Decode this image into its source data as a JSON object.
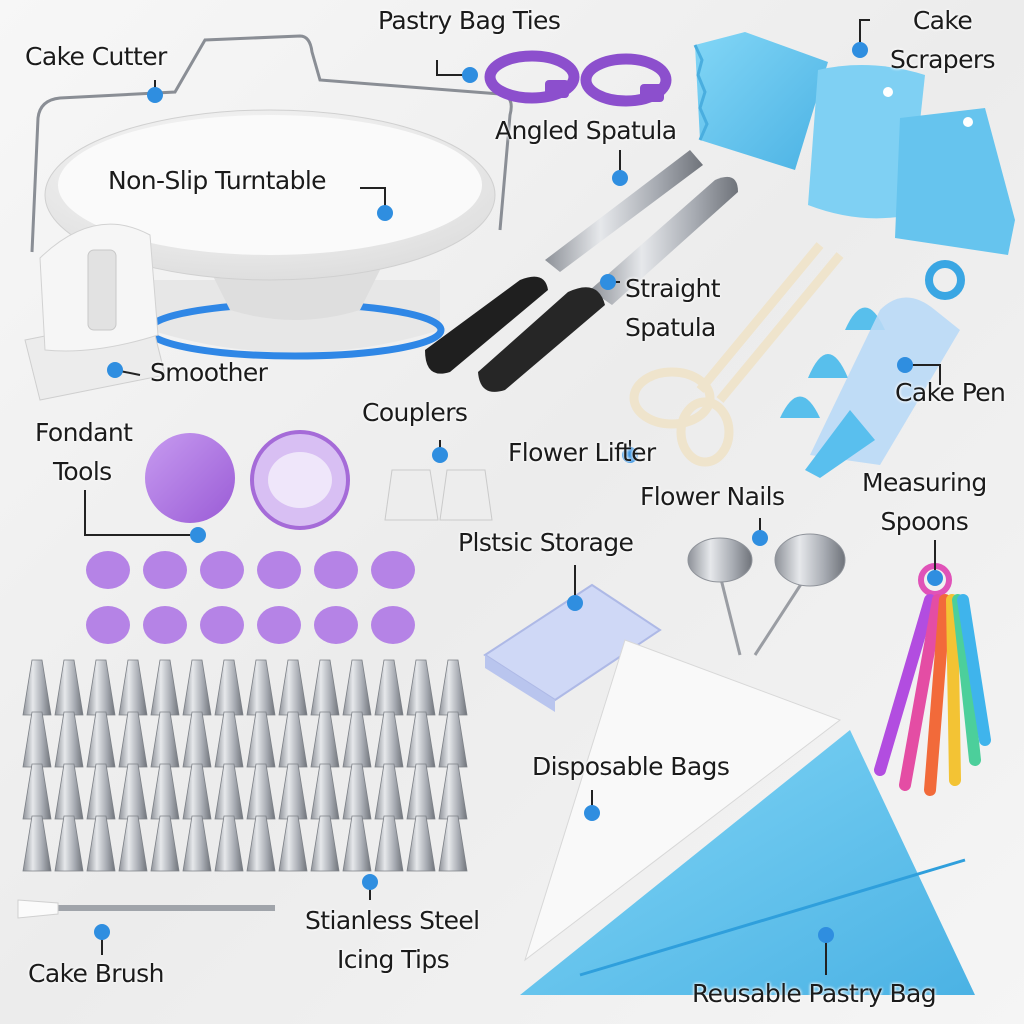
{
  "labels": {
    "cake_cutter": "Cake Cutter",
    "pastry_bag_ties": "Pastry Bag Ties",
    "cake_scrapers": [
      "Cake",
      "Scrapers"
    ],
    "angled_spatula": "Angled Spatula",
    "non_slip_turntable": "Non-Slip Turntable",
    "straight_spatula": [
      "Straight",
      "Spatula"
    ],
    "smoother": "Smoother",
    "cake_pen": "Cake Pen",
    "fondant_tools": [
      "Fondant",
      "Tools"
    ],
    "couplers": "Couplers",
    "flower_lifter": "Flower Lifter",
    "flower_nails": "Flower Nails",
    "measuring_spoons": [
      "Measuring",
      "Spoons"
    ],
    "plastic_storage": "Plstsic Storage",
    "disposable_bags": "Disposable Bags",
    "icing_tips": [
      "Stianless Steel",
      "Icing Tips"
    ],
    "cake_brush": "Cake Brush",
    "reusable_pastry_bag": "Reusable Pastry Bag"
  },
  "colors": {
    "marker": "#2f8ee0",
    "turntable_band": "#2f87e6",
    "blue_plastic": "#6cc7ef",
    "purple": "#a56bd8",
    "steel": "#b9bcc2",
    "background": "#f1f1f1"
  }
}
